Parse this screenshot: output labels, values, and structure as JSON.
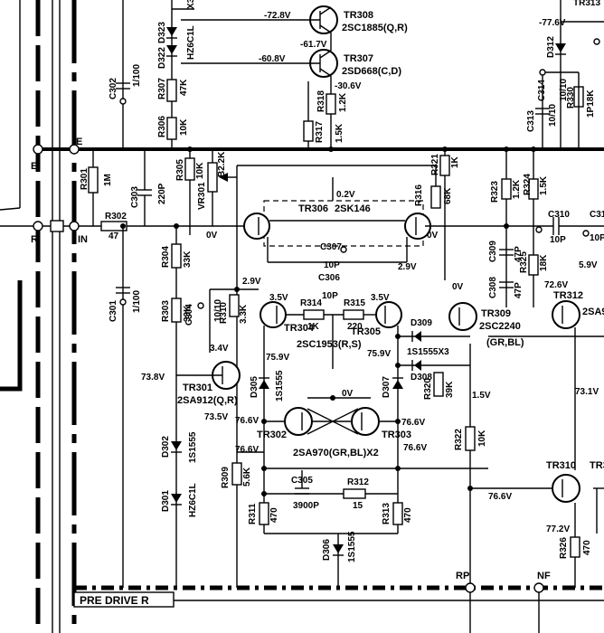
{
  "title": "PRE DRIVE R",
  "transistors": {
    "tr301": {
      "ref": "TR301",
      "part": "2SA912(Q,R)"
    },
    "tr302": {
      "ref": "TR302"
    },
    "tr303": {
      "ref": "TR303",
      "pair_part": "2SA970(GR,BL)X2"
    },
    "tr304": {
      "ref": "TR304",
      "pair_part": "2SC1953(R,S)"
    },
    "tr305": {
      "ref": "TR305"
    },
    "tr306": {
      "ref": "TR306",
      "part": "2SK146"
    },
    "tr307": {
      "ref": "TR307",
      "part": "2SD668(C,D)"
    },
    "tr308": {
      "ref": "TR308",
      "part": "2SC1885(Q,R)"
    },
    "tr309": {
      "ref": "TR309",
      "part": "2SC2240",
      "grade": "(GR,BL)"
    },
    "tr310": {
      "ref": "TR310"
    },
    "tr312": {
      "ref": "TR312",
      "part": "2SA9"
    },
    "tr313": {
      "ref": "TR313"
    }
  },
  "resistors": {
    "r301": {
      "ref": "R301",
      "value": "1M"
    },
    "r302": {
      "ref": "R302",
      "value": "47"
    },
    "r303": {
      "ref": "R303",
      "value": "33K"
    },
    "r304": {
      "ref": "R304",
      "value": "33K"
    },
    "r305": {
      "ref": "R305",
      "value": "10K"
    },
    "r306": {
      "ref": "R306",
      "value": "10K"
    },
    "r307": {
      "ref": "R307",
      "value": "47K"
    },
    "r309": {
      "ref": "R309",
      "value": "5.6K"
    },
    "r310": {
      "ref": "R310",
      "value": "3.3K"
    },
    "r311": {
      "ref": "R311",
      "value": "470"
    },
    "r312": {
      "ref": "R312",
      "value": "15"
    },
    "r313": {
      "ref": "R313",
      "value": "470"
    },
    "r314": {
      "ref": "R314",
      "value": "1K"
    },
    "r315": {
      "ref": "R315",
      "value": "220"
    },
    "r316": {
      "ref": "R316",
      "value": "68K"
    },
    "r317": {
      "ref": "R317",
      "value": "1.5K"
    },
    "r318": {
      "ref": "R318",
      "value": "1.2K"
    },
    "r320": {
      "ref": "R320",
      "value": "39K"
    },
    "r321": {
      "ref": "R321",
      "value": "1K"
    },
    "r322": {
      "ref": "R322",
      "value": "10K"
    },
    "r323": {
      "ref": "R323",
      "value": "1.2K"
    },
    "r324": {
      "ref": "R324",
      "value": "1.5K"
    },
    "r325": {
      "ref": "R325",
      "value": "18K"
    },
    "r326": {
      "ref": "R326",
      "value": "470"
    },
    "r330": {
      "ref": "R330",
      "value": "1P18K"
    },
    "vr301": {
      "ref": "VR301",
      "value": "B2.2K"
    }
  },
  "capacitors": {
    "c301": {
      "ref": "C301",
      "value": "1/100"
    },
    "c302": {
      "ref": "C302",
      "value": "1/100"
    },
    "c303": {
      "ref": "C303",
      "value": "220P"
    },
    "c304": {
      "ref": "C304",
      "value": "10/10"
    },
    "c305": {
      "ref": "C305",
      "value": "3900P"
    },
    "c306": {
      "ref": "C306",
      "value": "10P"
    },
    "c307": {
      "ref": "C307",
      "value": "10P"
    },
    "c308": {
      "ref": "C308",
      "value": "47P"
    },
    "c309": {
      "ref": "C309",
      "value": "47P"
    },
    "c310": {
      "ref": "C310",
      "value": "10P"
    },
    "c311": {
      "ref": "C31"
    },
    "c313": {
      "ref": "C313",
      "value": "10/10"
    },
    "c314": {
      "ref": "C314",
      "value": "10/10"
    }
  },
  "diodes": {
    "d301": {
      "ref": "D301",
      "part": "HZ6C1L"
    },
    "d302": {
      "ref": "D302",
      "part": "1S1555"
    },
    "d305": {
      "ref": "D305",
      "part": "1S1555"
    },
    "d306": {
      "ref": "D306",
      "part": "1S1555"
    },
    "d307": {
      "ref": "D307"
    },
    "d308": {
      "ref": "D308",
      "part": "1S1555X3"
    },
    "d309": {
      "ref": "D309"
    },
    "d312": {
      "ref": "D312"
    },
    "d322": {
      "ref": "D322",
      "part": "HZ6C1L"
    },
    "d323": {
      "ref": "D323",
      "part": "X3"
    }
  },
  "voltages": {
    "v_tr308_e": "-72.8V",
    "v_tr308_b": "-61.7V",
    "v_tr307_b": "-60.8V",
    "v_tr307_e": "-30.6V",
    "v_top_right": "-77.6V",
    "v_fet_gate": "0.2V",
    "v_fet_left": "0V",
    "v_fet_right": "0V",
    "v_tr304_b": "2.9V",
    "v_tr305_b": "2.9V",
    "v_tr304_c": "3.5V",
    "v_tr305_c": "3.5V",
    "v_tr309_b": "0V",
    "v_tr312": "72.6V",
    "v_r3": "5.9V",
    "v_tr301_b": "3.4V",
    "v_tr301_c": "73.8V",
    "v_d305": "75.9V",
    "v_d308": "75.9V",
    "v_cross": "0V",
    "v_r320": "1.5V",
    "v_tr302_c": "73.5V",
    "v_tr302_e": "76.6V",
    "v_tr303_e": "76.6V",
    "v_tr303_c": "76.6V",
    "v_tr302_b": "76.6V",
    "v_tr310": "76.6V",
    "v_right_mid": "73.1V",
    "v_right_low": "77.2V"
  },
  "nodes": {
    "e_left": "E",
    "e_right": "E",
    "r_node": "R",
    "in_node": "IN",
    "rp": "RP",
    "nf": "NF"
  }
}
